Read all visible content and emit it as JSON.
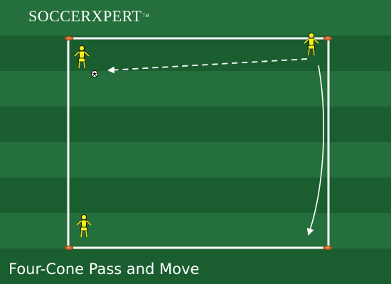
{
  "brand": {
    "logo_text": "SOCCERXPERT",
    "trademark": "TM"
  },
  "drill": {
    "title": "Four-Cone Pass and Move"
  },
  "colors": {
    "grass_dark": "#1a5e30",
    "grass_light": "#246f3c",
    "boundary": "#ffffff",
    "cone": "#c86428",
    "player_fill": "#f5ee1e",
    "player_outline": "#000000",
    "arrow": "#ffffff"
  },
  "diagram": {
    "players": [
      {
        "id": "top-left",
        "role": "receiver"
      },
      {
        "id": "top-right",
        "role": "passer"
      },
      {
        "id": "bottom-left",
        "role": "waiting"
      }
    ],
    "cones": [
      "top-left",
      "top-right",
      "bottom-left",
      "bottom-right"
    ],
    "movements": [
      {
        "type": "pass",
        "style": "dashed",
        "from": "top-right",
        "to": "top-left"
      },
      {
        "type": "run",
        "style": "solid-curved",
        "from": "top-right",
        "to": "bottom-right"
      }
    ],
    "ball_icon": "soccer-ball-icon"
  }
}
